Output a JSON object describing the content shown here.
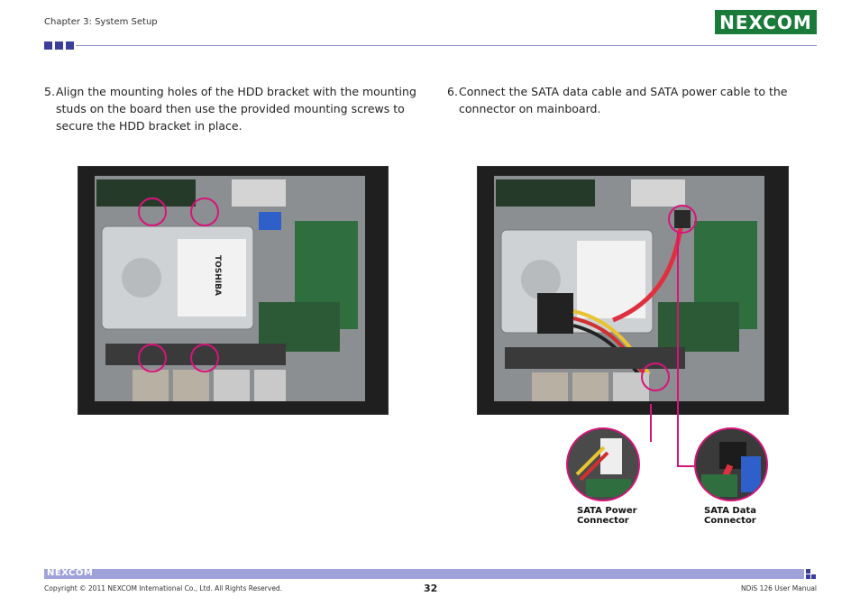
{
  "header": {
    "chapter": "Chapter 3: System Setup",
    "logo_text": "NEXCOM"
  },
  "steps": [
    {
      "number": "5.",
      "text": "Align the mounting holes of the HDD bracket with the mounting studs on the board then use the provided mounting screws to secure the HDD bracket in place."
    },
    {
      "number": "6.",
      "text": "Connect the SATA data cable and SATA power cable to the connector on mainboard."
    }
  ],
  "callouts": {
    "power_label_line1": "SATA Power",
    "power_label_line2": "Connector",
    "data_label_line1": "SATA Data",
    "data_label_line2": "Connector"
  },
  "photo_labels": {
    "hdd_brand": "TOSHIBA"
  },
  "colors": {
    "accent": "#d6157a",
    "brand_green": "#1a7a3a",
    "rule": "#8f94c8",
    "footer_bar": "#9ea2d8"
  },
  "footer": {
    "logo_text": "NEXCOM",
    "copyright": "Copyright © 2011 NEXCOM International Co., Ltd. All Rights Reserved.",
    "page_number": "32",
    "manual": "NDiS 126 User Manual"
  }
}
